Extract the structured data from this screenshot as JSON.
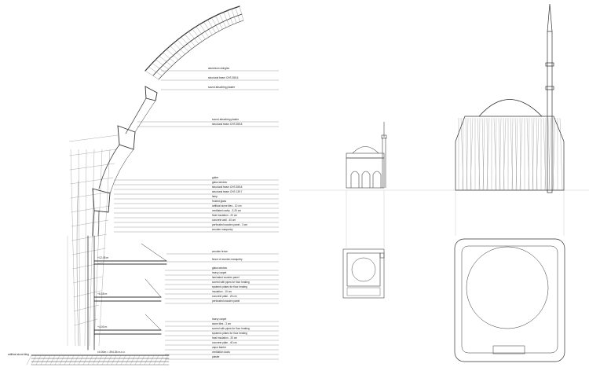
{
  "section_labels": {
    "roof": [
      "aluminium shingles",
      "structural beam CHS 355.6",
      "sound absorbing plaster"
    ],
    "mid": [
      "sound absorbing plaster",
      "structural beam CHS 355.6"
    ],
    "lower": [
      "gutter",
      "glass window",
      "structural beam CHS 355.6",
      "structural beam CHS 139.7",
      "lamp",
      "frosted glass",
      "artificial stone tiles - 10 cm",
      "ventilated cavity - 3-20 cm",
      "heat insulation - 20 cm",
      "concrete wall - 40 cm",
      "perforated wooden panel - 3 cm",
      "wooden marquetry"
    ],
    "fence": [
      "wooden fence",
      "fence of wooden marquetry"
    ],
    "floor1": [
      "glass window",
      "heavy carpet",
      "laminated wooden panel",
      "screed with pipes for floor heating",
      "systemic plates for floor heating",
      "insulation - 10 cm",
      "concrete plate - 25 cm",
      "perforated wooden panel"
    ],
    "floor2": [
      "heavy carpet",
      "stone tiles - 3 cm",
      "screed with pipes for floor heating",
      "systemic plates for floor heating",
      "heat insulation - 20 cm",
      "concrete plate - 40 cm",
      "vapor barrier",
      "ventilation ducts",
      "plaster"
    ]
  },
  "level_labels": {
    "fence": "+12.05 m",
    "floor1": "+8.35 m",
    "floor2": "+4.00 m",
    "ground": "±0.00m = 394.35 m.n.v."
  },
  "ground_label": "artificial stone tiling"
}
